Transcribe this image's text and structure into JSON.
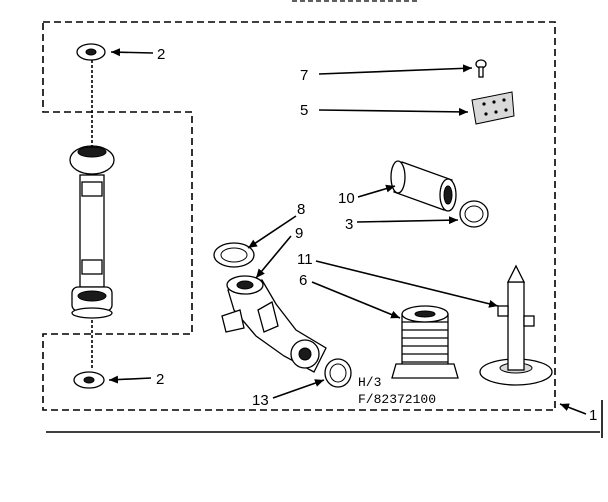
{
  "callouts": {
    "c1": "1",
    "c2_top": "2",
    "c2_bottom": "2",
    "c3": "3",
    "c5": "5",
    "c6": "6",
    "c7": "7",
    "c8": "8",
    "c9": "9",
    "c10": "10",
    "c11": "11",
    "c13": "13"
  },
  "drawing_code": {
    "line1": "H/3",
    "line2": "F/82372100"
  }
}
